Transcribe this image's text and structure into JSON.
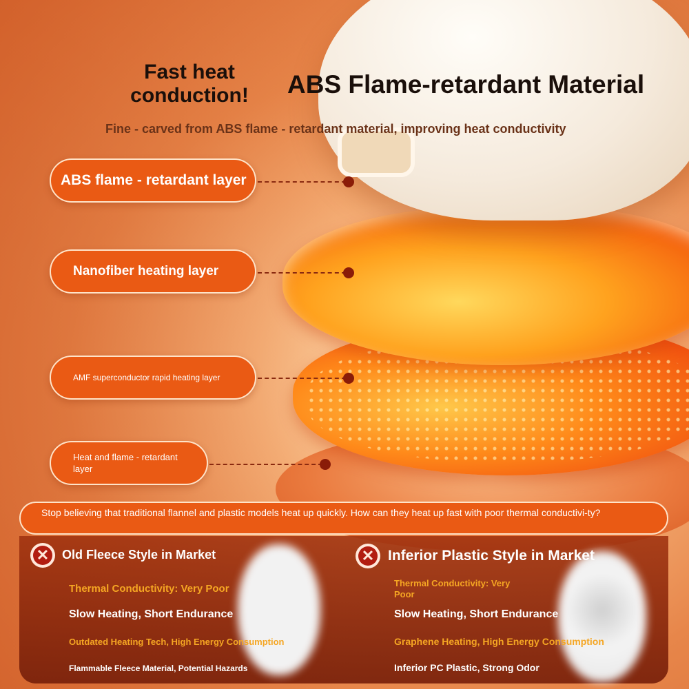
{
  "header": {
    "title_small": "Fast heat conduction!",
    "title_main": "ABS Flame-retardant Material",
    "subtitle": "Fine - carved from ABS flame - retardant material, improving heat conductivity"
  },
  "layers": [
    "ABS flame - retardant layer",
    "Nanofiber heating layer",
    "AMF superconductor rapid heating layer",
    "Heat and flame - retardant layer"
  ],
  "comparison": {
    "banner": "Stop believing that traditional flannel and plastic models heat up quickly. How can they heat up fast with poor thermal conductivi-ty?",
    "left": {
      "title": "Old Fleece Style in Market",
      "items": [
        "Thermal Conductivity: Very Poor",
        "Slow Heating, Short Endurance",
        "Outdated Heating Tech, High Energy Consumption",
        "Flammable Fleece Material, Potential Hazards"
      ]
    },
    "right": {
      "title": "Inferior Plastic Style in Market",
      "items": [
        "Thermal Conductivity: Very Poor",
        "Slow Heating, Short Endurance",
        "Graphene Heating, High Energy Consumption",
        "Inferior PC Plastic, Strong Odor"
      ]
    }
  },
  "colors": {
    "accent": "#ea5a14",
    "highlight": "#f5a623",
    "dark_panel": "#8a2a10"
  }
}
